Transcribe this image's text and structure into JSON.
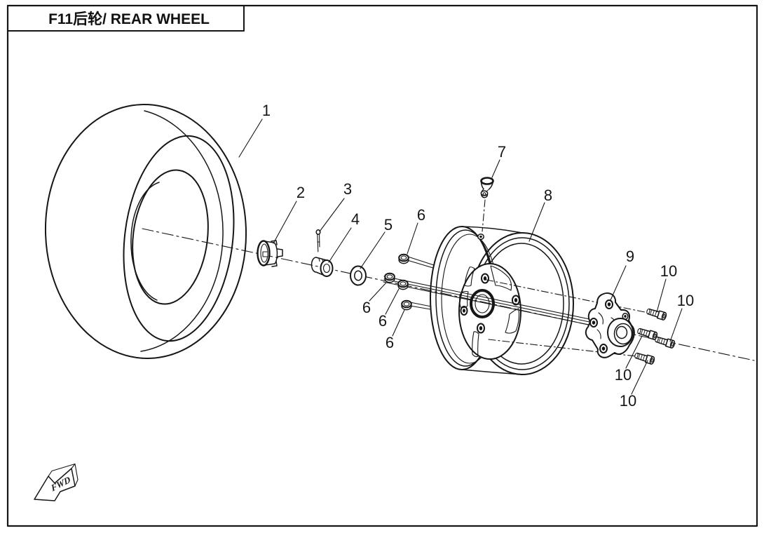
{
  "colors": {
    "ink": "#161616",
    "paper": "#ffffff"
  },
  "title_box": {
    "title": "F11后轮/ REAR WHEEL"
  },
  "fwd": {
    "label": "FWD"
  },
  "callouts": [
    {
      "text": "1"
    },
    {
      "text": "2"
    },
    {
      "text": "3"
    },
    {
      "text": "4"
    },
    {
      "text": "5"
    },
    {
      "text": "6"
    },
    {
      "text": "6"
    },
    {
      "text": "6"
    },
    {
      "text": "6"
    },
    {
      "text": "7"
    },
    {
      "text": "8"
    },
    {
      "text": "9"
    },
    {
      "text": "10"
    },
    {
      "text": "10"
    },
    {
      "text": "10"
    },
    {
      "text": "10"
    }
  ]
}
